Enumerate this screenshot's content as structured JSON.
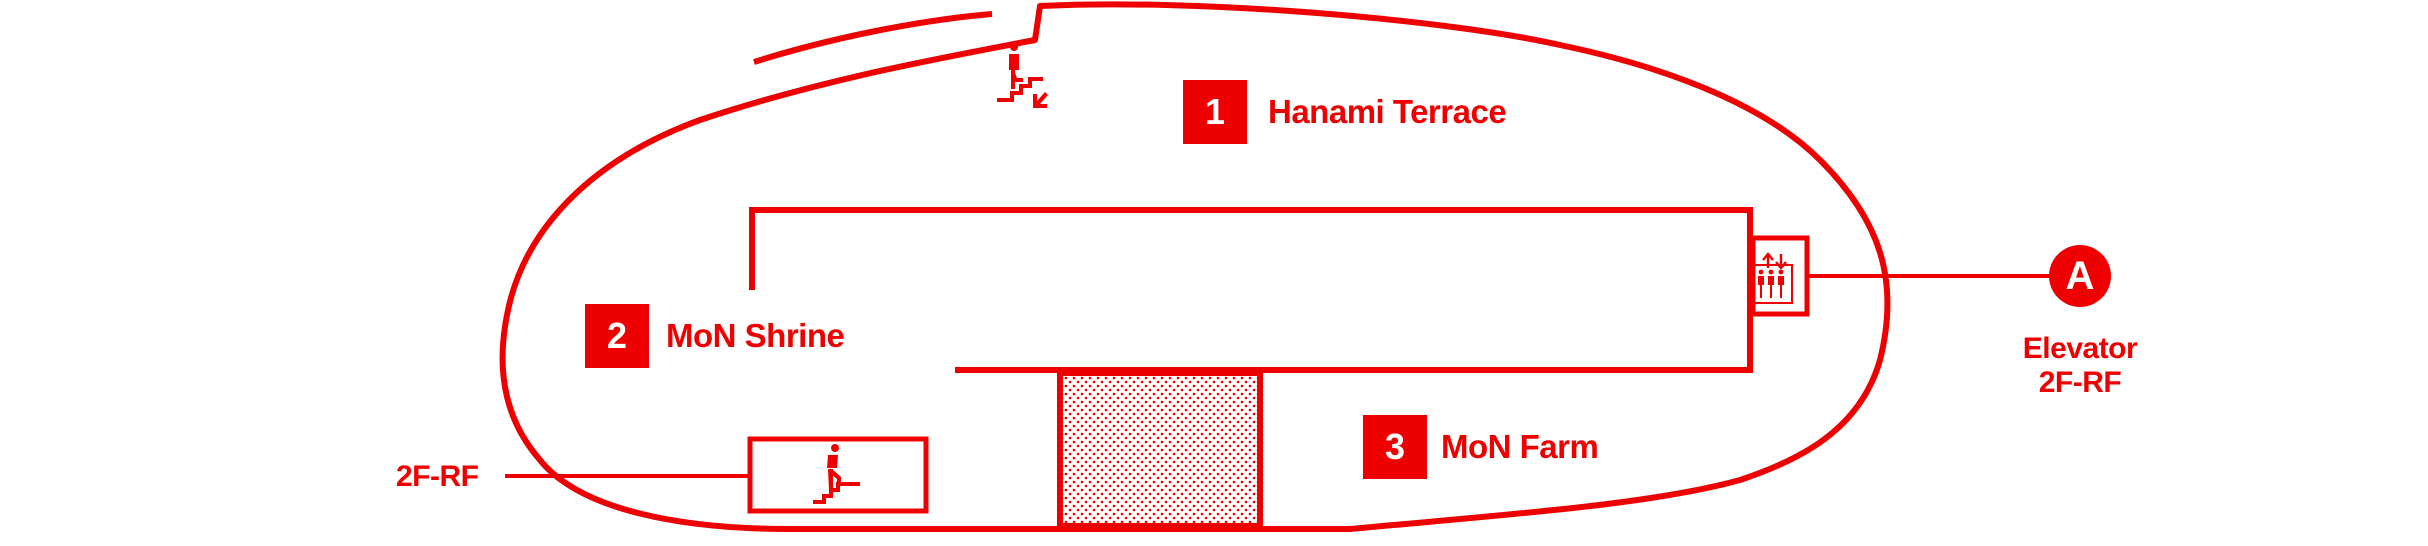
{
  "map": {
    "accent_color": "#ee0000",
    "background_color": "#ffffff"
  },
  "areas": [
    {
      "number": "1",
      "name": "Hanami Terrace"
    },
    {
      "number": "2",
      "name": "MoN Shrine"
    },
    {
      "number": "3",
      "name": "MoN Farm"
    }
  ],
  "elevator": {
    "marker": "A",
    "name": "Elevator",
    "floors": "2F-RF"
  },
  "stairs": {
    "label": "2F-RF"
  },
  "icons": {
    "top_stairs": "stairs-down-icon",
    "bottom_stairs": "stairs-up-icon",
    "elevator": "elevator-icon"
  }
}
